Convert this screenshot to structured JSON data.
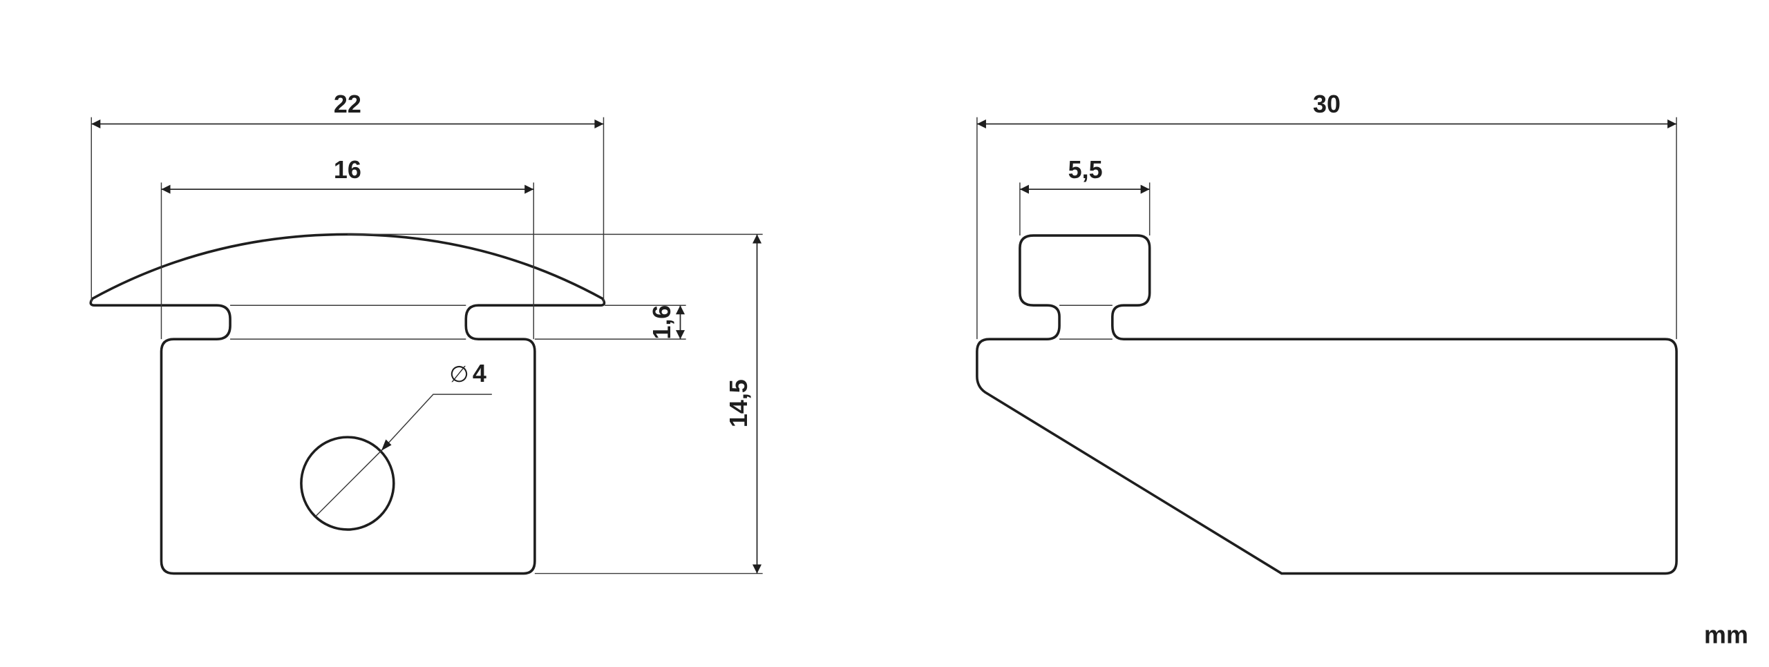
{
  "drawing": {
    "unit_label": "mm",
    "front_view": {
      "overall_width": "22",
      "inner_width": "16",
      "neck_height": "1,6",
      "total_height": "14,5",
      "hole_diameter_symbol": "∅",
      "hole_diameter": "4"
    },
    "side_view": {
      "overall_length": "30",
      "top_block_width": "5,5"
    },
    "colors": {
      "line": "#1e1e1e",
      "background": "#ffffff"
    }
  }
}
